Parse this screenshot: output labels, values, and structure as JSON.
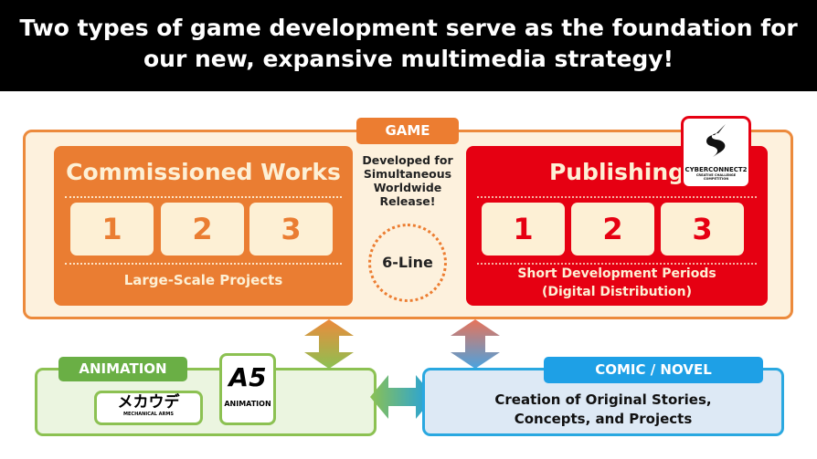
{
  "header": {
    "line1": "Two types of game development serve as the foundation for",
    "line2": "our new, expansive multimedia strategy!"
  },
  "game": {
    "label": "GAME",
    "commissioned": {
      "title": "Commissioned Works",
      "numbers": [
        "1",
        "2",
        "3"
      ],
      "subtitle": "Large-Scale Projects"
    },
    "middle": {
      "line1": "Developed for",
      "line2": "Simultaneous",
      "line3": "Worldwide",
      "line4": "Release!",
      "circle": "6-Line"
    },
    "publishing": {
      "title": "Publishing",
      "numbers": [
        "1",
        "2",
        "3"
      ],
      "subtitle1": "Short Development Periods",
      "subtitle2": "(Digital Distribution)"
    },
    "logo": {
      "name": "CYBERCONNECT2",
      "tagline": "CREATIVE CHALLENGE COMPETITION"
    }
  },
  "animation": {
    "label": "ANIMATION",
    "logo1": {
      "name": "メカウデ",
      "tagline": "MECHANICAL ARMS"
    },
    "logo2": {
      "name": "A5",
      "tagline": "ANIMATION"
    }
  },
  "comic": {
    "label": "COMIC / NOVEL",
    "line1": "Creation of Original Stories,",
    "line2": "Concepts, and Projects"
  },
  "colors": {
    "orange": "#ea7d32",
    "red": "#e60012",
    "green": "#8cc152",
    "blue": "#1ea0e6"
  }
}
